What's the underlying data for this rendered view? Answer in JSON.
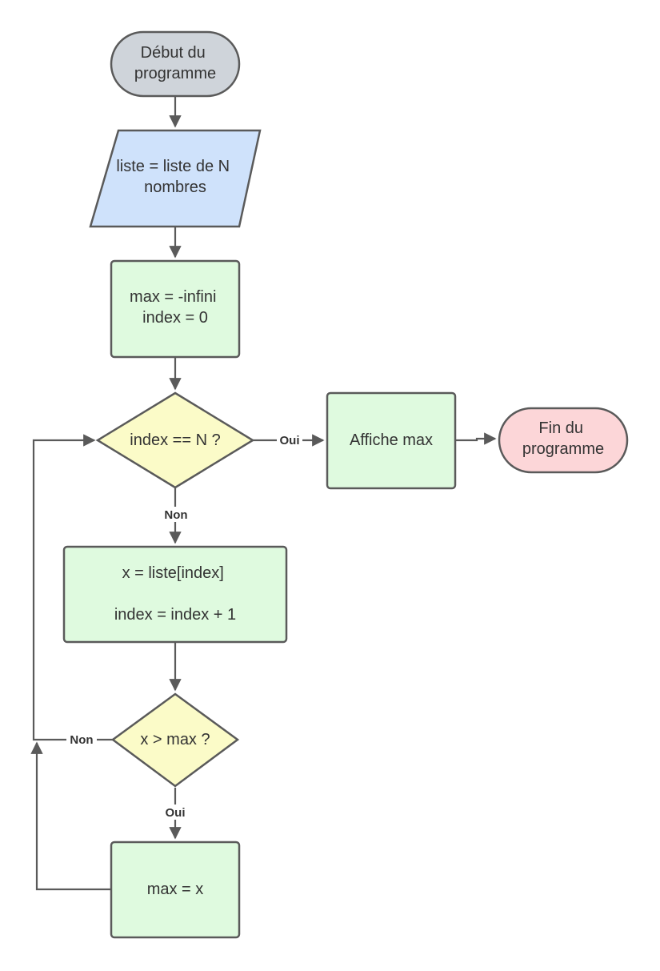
{
  "colors": {
    "terminal_start": "#cfd4da",
    "io": "#cfe2fb",
    "process": "#dffadf",
    "decision": "#fbfbc8",
    "terminal_end": "#fcd6d8",
    "stroke": "#5a5a5a",
    "text": "#333333"
  },
  "nodes": {
    "start": {
      "lines": [
        "Début du",
        "programme"
      ]
    },
    "input": {
      "lines": [
        "liste = liste de N",
        "nombres"
      ]
    },
    "init": {
      "lines": [
        "max = -infini",
        "index = 0"
      ]
    },
    "loop_check": {
      "lines": [
        "index == N ?"
      ]
    },
    "display": {
      "lines": [
        "Affiche max"
      ]
    },
    "end": {
      "lines": [
        "Fin du",
        "programme"
      ]
    },
    "step": {
      "lines": [
        "x = liste[index]",
        "index = index + 1"
      ]
    },
    "compare": {
      "lines": [
        "x > max ?"
      ]
    },
    "update": {
      "lines": [
        "max = x"
      ]
    }
  },
  "edge_labels": {
    "loop_yes": "Oui",
    "loop_no": "Non",
    "compare_no": "Non",
    "compare_yes": "Oui"
  }
}
